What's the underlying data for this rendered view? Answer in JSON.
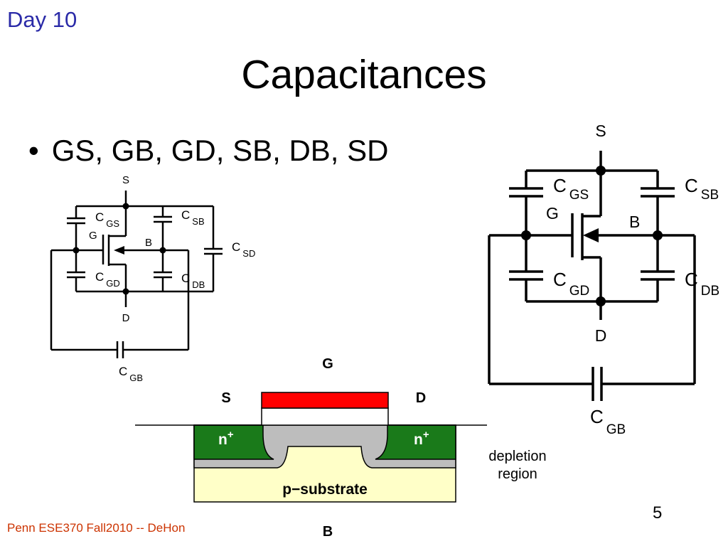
{
  "slide": {
    "header_label": "Day 10",
    "title": "Capacitances",
    "bullet": "GS, GB, GD, SB, DB, SD",
    "footer": "Penn ESE370 Fall2010 -- DeHon",
    "page_number": "5"
  },
  "small_circuit": {
    "s": "S",
    "g": "G",
    "b": "B",
    "d": "D",
    "c": "C",
    "sub_gs": "GS",
    "sub_sb": "SB",
    "sub_sd": "SD",
    "sub_gd": "GD",
    "sub_db": "DB",
    "sub_gb": "GB"
  },
  "large_circuit": {
    "s": "S",
    "g": "G",
    "b": "B",
    "d": "D",
    "c": "C",
    "sub_gs": "GS",
    "sub_sb": "SB",
    "sub_gd": "GD",
    "sub_db": "DB",
    "sub_gb": "GB"
  },
  "cross_section": {
    "g": "G",
    "s": "S",
    "d": "D",
    "b": "B",
    "n_plus": "n",
    "plus": "+",
    "substrate": "p−substrate",
    "depletion_line1": "depletion",
    "depletion_line2": "region",
    "colors": {
      "gate": "#ff0000",
      "oxide": "#ffffff",
      "n_plus": "#1a7a1a",
      "depletion": "#bdbdbd",
      "substrate": "#ffffc8"
    }
  }
}
